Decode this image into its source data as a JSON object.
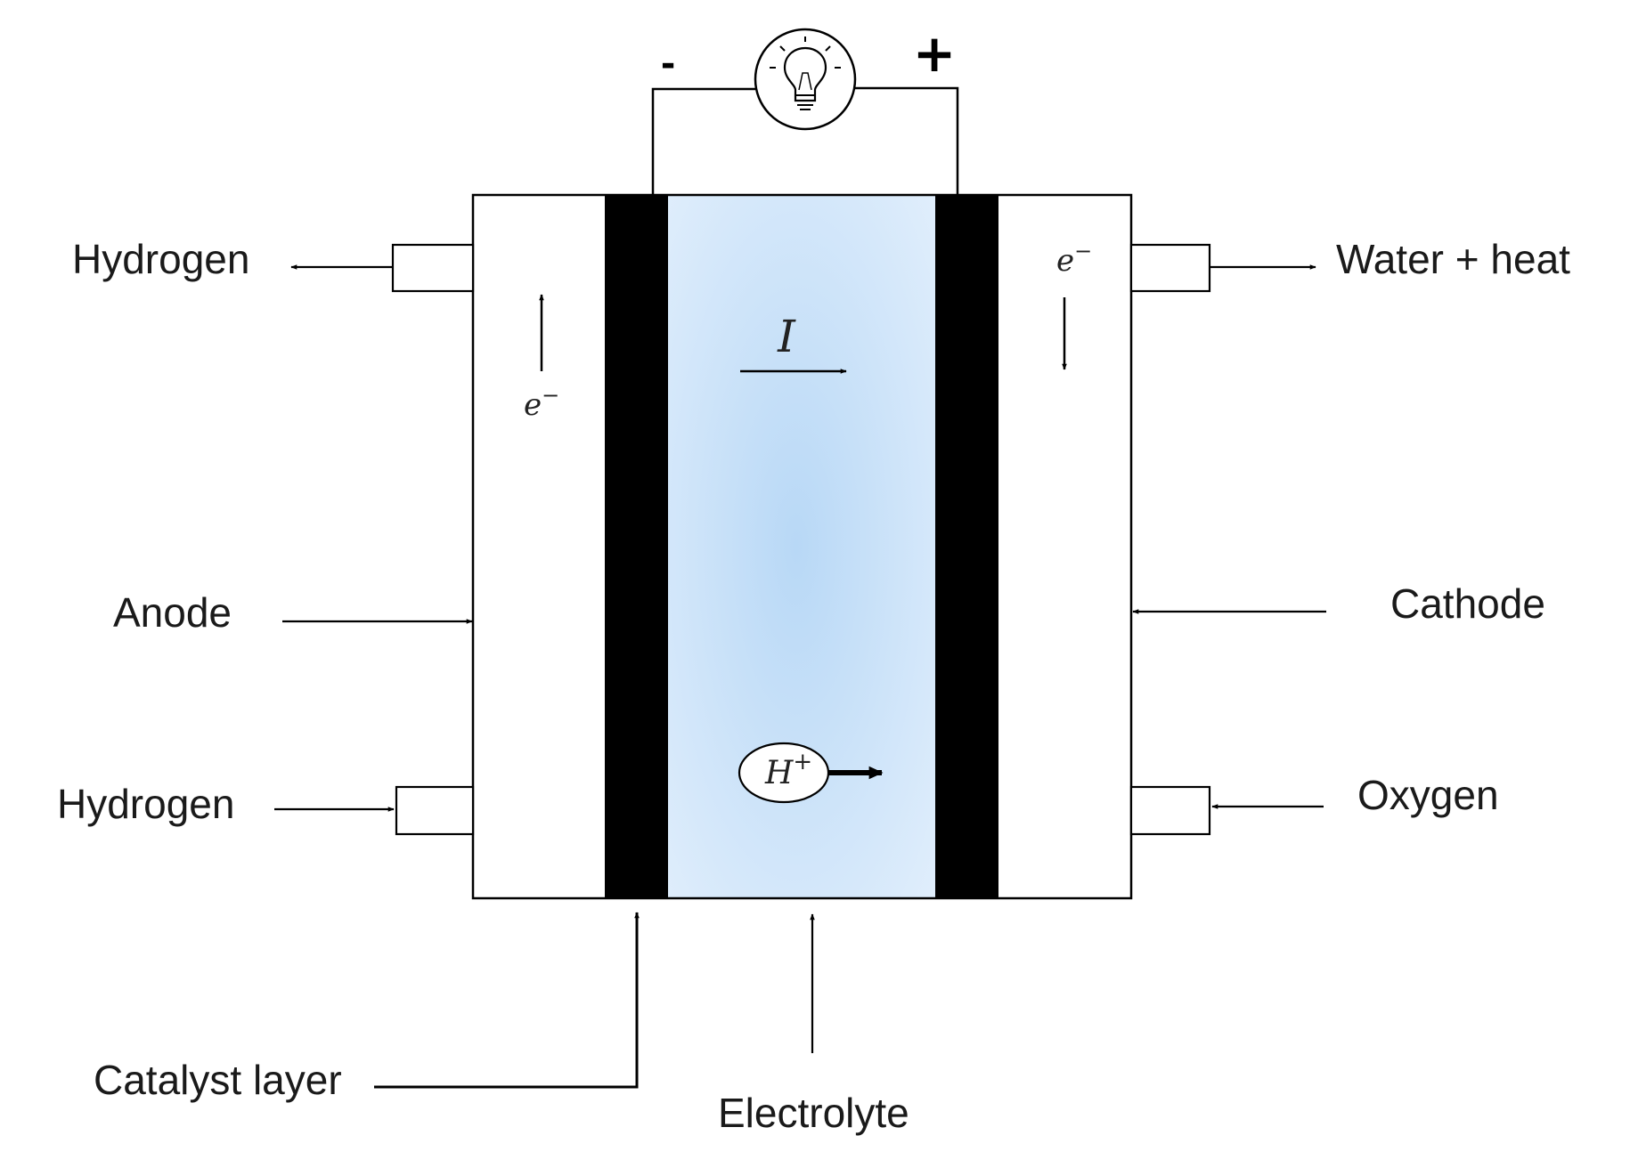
{
  "circuit": {
    "minus": "-",
    "plus": "+"
  },
  "labels": {
    "hydrogen_out": "Hydrogen",
    "water_heat": "Water + heat",
    "anode": "Anode",
    "cathode": "Cathode",
    "hydrogen_in": "Hydrogen",
    "oxygen": "Oxygen",
    "catalyst_layer": "Catalyst layer",
    "electrolyte": "Electrolyte"
  },
  "symbols": {
    "electron": "e",
    "electron_charge": "−",
    "current": "I",
    "proton": "H",
    "proton_charge": "+"
  },
  "colors": {
    "electrolyte_center": "#b8d8f6",
    "electrolyte_edge": "#e2effc",
    "catalyst": "#000000",
    "line": "#000000"
  }
}
